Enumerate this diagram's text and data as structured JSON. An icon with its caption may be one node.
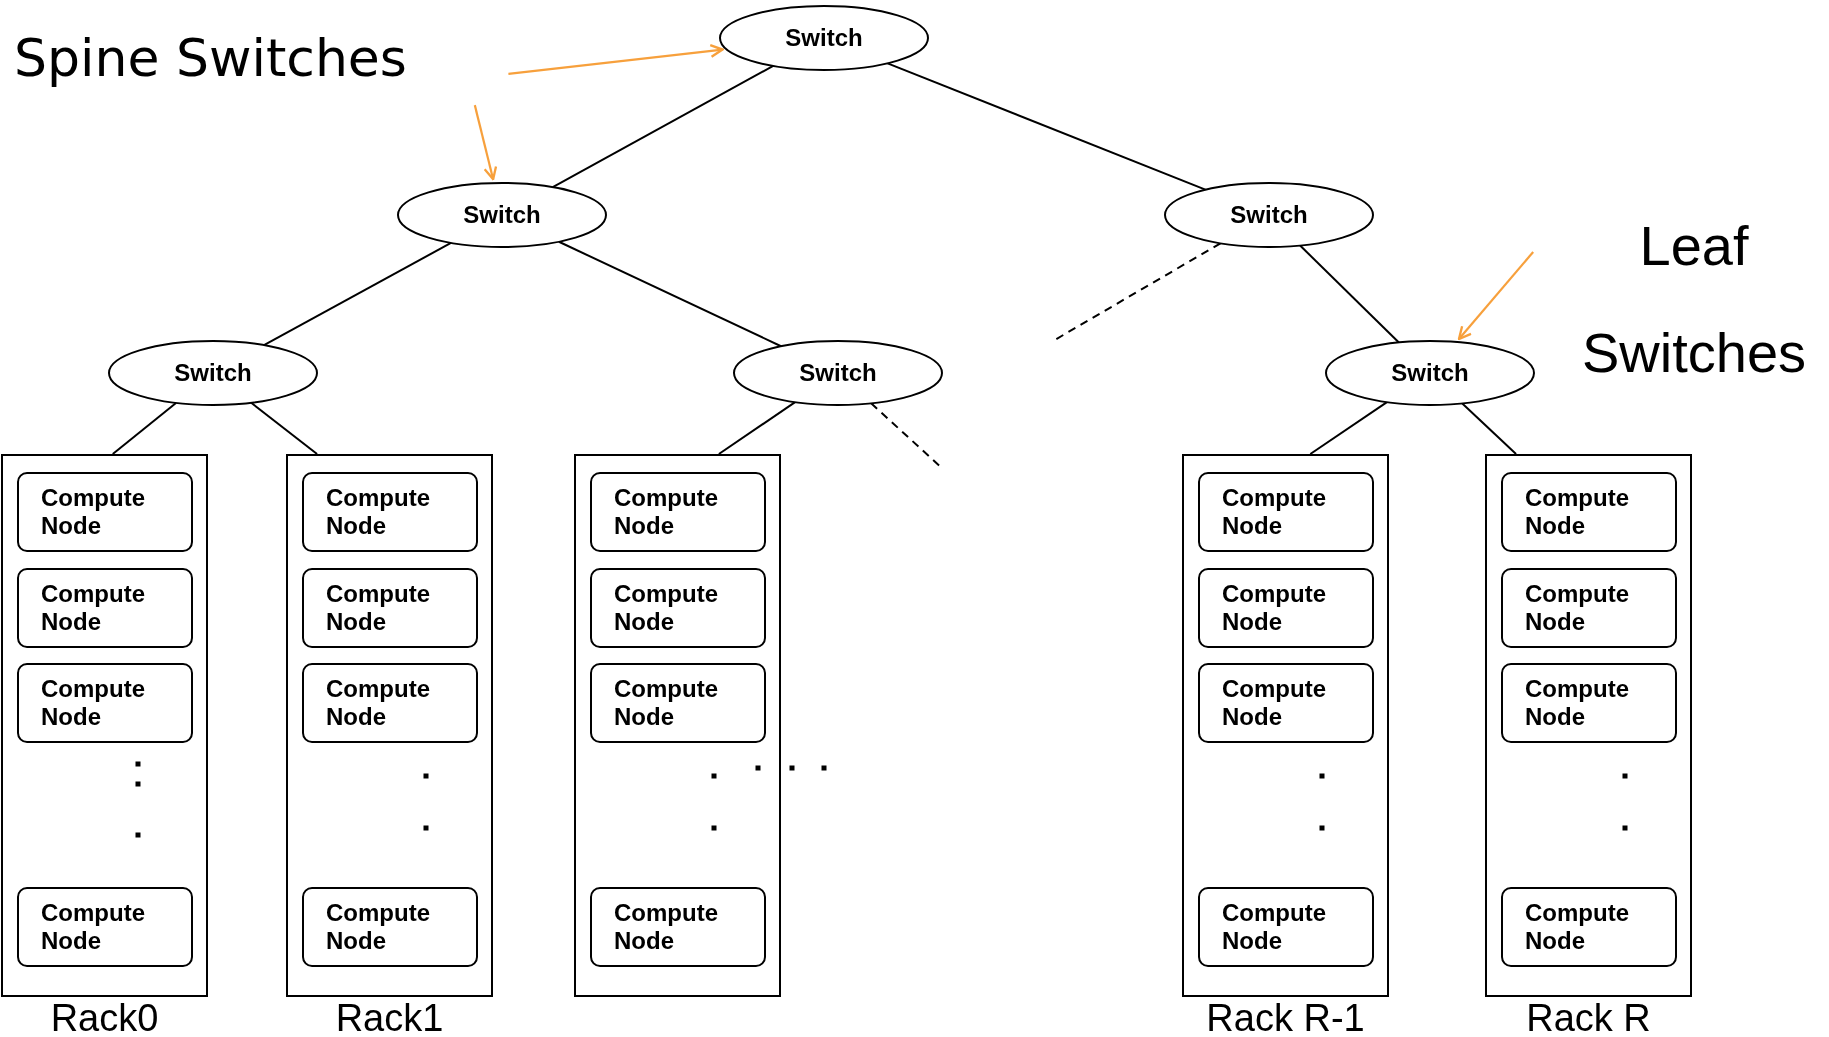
{
  "diagram": {
    "nodes": [
      {
        "text": [
          "Spine Switches"
        ]
      },
      {
        "text": [
          "Switch"
        ]
      },
      {
        "text": [
          "Switch"
        ]
      },
      {
        "text": [
          "Switch"
        ]
      },
      {
        "text": [
          "Leaf Switches"
        ]
      },
      {
        "text": [
          "Switch"
        ]
      },
      {
        "text": [
          "Switch"
        ]
      },
      {
        "text": [
          "Switch"
        ]
      },
      {
        "text": [
          "Rack0"
        ]
      },
      {
        "text": [
          "Compute Node"
        ],
        "in": 8
      },
      {
        "text": [
          "Compute Node"
        ],
        "in": 8
      },
      {
        "text": [
          "Compute Node"
        ],
        "in": 8
      },
      {
        "text": [
          "Compute Node"
        ],
        "in": 8
      },
      {
        "text": [
          "Rack1"
        ]
      },
      {
        "text": [
          "Compute Node"
        ],
        "in": 13
      },
      {
        "text": [
          "Compute Node"
        ],
        "in": 13
      },
      {
        "text": [
          "Compute Node"
        ],
        "in": 13
      },
      {
        "text": [
          "Compute Node"
        ],
        "in": 13
      },
      {
        "text": [],
        "shape": "box"
      },
      {
        "text": [
          "Compute Node"
        ],
        "in": 18
      },
      {
        "text": [
          "Compute Node"
        ],
        "in": 18
      },
      {
        "text": [
          "Compute Node"
        ],
        "in": 18
      },
      {
        "text": [
          "Compute Node"
        ],
        "in": 18
      },
      {
        "text": [
          "Rack R-1"
        ]
      },
      {
        "text": [
          "Compute Node"
        ],
        "in": 23
      },
      {
        "text": [
          "Compute Node"
        ],
        "in": 23
      },
      {
        "text": [
          "Compute Node"
        ],
        "in": 23
      },
      {
        "text": [
          "Compute Node"
        ],
        "in": 23
      },
      {
        "text": [
          "Rack R"
        ]
      },
      {
        "text": [
          "Compute Node"
        ],
        "in": 28
      },
      {
        "text": [
          "Compute Node"
        ],
        "in": 28
      },
      {
        "text": [
          "Compute Node"
        ],
        "in": 28
      },
      {
        "text": [
          "Compute Node"
        ],
        "in": 28
      }
    ],
    "edges": [
      {
        "from": 0,
        "to": 1,
        "arrow": "to",
        "color": "#f7a03c"
      },
      {
        "from": 0,
        "to": 2,
        "arrow": "to",
        "color": "#f7a03c"
      },
      {
        "from": 4,
        "to": 7,
        "arrow": "to",
        "color": "#f7a03c"
      },
      {
        "from": 1,
        "to": 2,
        "arrow": "none"
      },
      {
        "from": 1,
        "to": 3,
        "arrow": "none"
      },
      {
        "from": 2,
        "to": 5,
        "arrow": "none"
      },
      {
        "from": 2,
        "to": 6,
        "arrow": "none"
      },
      {
        "from": 3,
        "to": null,
        "arrow": "none",
        "style": "dashed"
      },
      {
        "from": 3,
        "to": 7,
        "arrow": "none"
      },
      {
        "from": 5,
        "to": 8,
        "arrow": "none"
      },
      {
        "from": 5,
        "to": 13,
        "arrow": "none"
      },
      {
        "from": 6,
        "to": 18,
        "arrow": "none"
      },
      {
        "from": 6,
        "to": null,
        "arrow": "none",
        "style": "dashed"
      },
      {
        "from": 7,
        "to": 23,
        "arrow": "none"
      },
      {
        "from": 7,
        "to": 28,
        "arrow": "none"
      }
    ]
  }
}
